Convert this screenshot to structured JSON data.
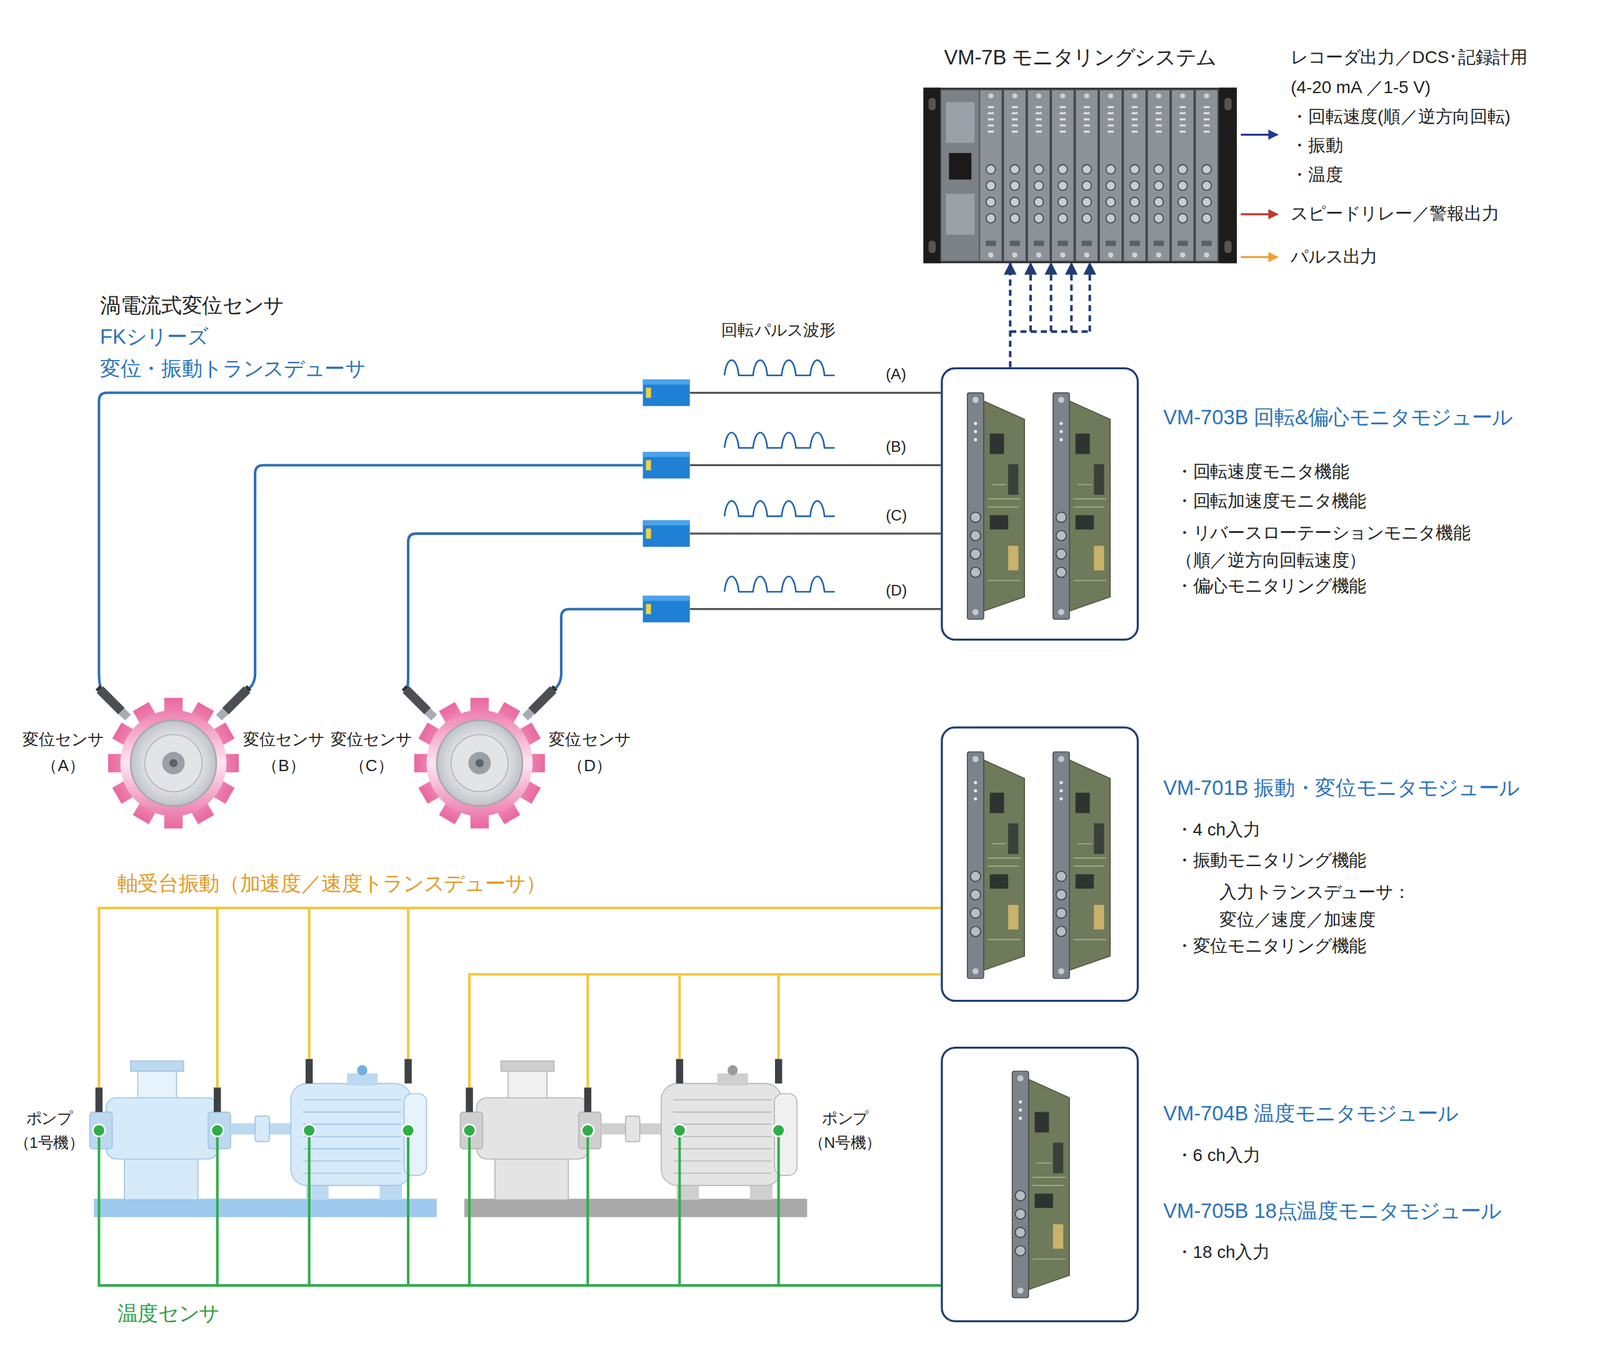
{
  "diagram": {
    "nodes": [
      {
        "text": [
          "VM-7B モニタリングシステム"
        ]
      },
      {
        "text": [
          "VM-703B 回転&偏心モニタモジュール",
          "・回転速度モニタ機能",
          "・回転加速度モニタ機能",
          "・リバースローテーションモニタ機能 （順／逆方向回転速度）",
          "・偏心モニタリング機能"
        ]
      },
      {
        "text": [
          "VM-701B 振動・変位モニタモジュール",
          "・4 ch入力",
          "・振動モニタリング機能",
          "入力トランスデューサ： 変位／速度／加速度",
          "・変位モニタリング機能"
        ]
      },
      {
        "text": [
          "VM-704B 温度モニタモジュール",
          "・6 ch入力",
          "VM-705B 18点温度モニタモジュール",
          "・18 ch入力"
        ]
      }
    ],
    "edges": [
      {
        "from": 1,
        "to": 0,
        "arrow": "to"
      }
    ],
    "labels": [
      "レコーダ出力／DCS･記録計用",
      "(4-20 mA ／1-5 V)",
      "・回転速度(順／逆方向回転)",
      "・振動",
      "・温度",
      "スピードリレー／警報出力",
      "パルス出力",
      "渦電流式変位センサ",
      "FKシリーズ",
      "変位・振動トランスデューサ",
      "回転パルス波形",
      "(A)",
      "(B)",
      "(C)",
      "(D)",
      "変位センサ （A）",
      "変位センサ （B）",
      "変位センサ （C）",
      "変位センサ （D）",
      "軸受台振動（加速度／速度トランスデューサ）",
      "ポンプ （1号機）",
      "ポンプ （N号機）",
      "温度センサ"
    ]
  }
}
